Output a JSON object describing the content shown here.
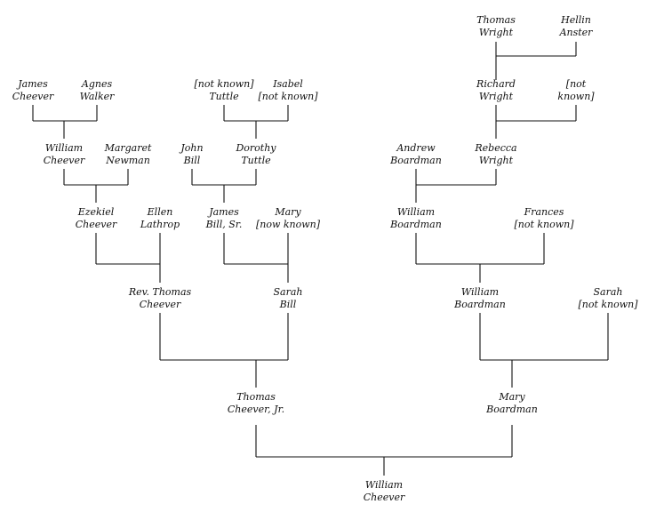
{
  "people": {
    "thomas_wright": [
      "Thomas",
      "Wright"
    ],
    "hellin_anster": [
      "Hellin",
      "Anster"
    ],
    "james_cheever": [
      "James",
      "Cheever"
    ],
    "agnes_walker": [
      "Agnes",
      "Walker"
    ],
    "nk_tuttle": [
      "[not known]",
      "Tuttle"
    ],
    "isabel_nk": [
      "Isabel",
      "[not known]"
    ],
    "richard_wright": [
      "Richard",
      "Wright"
    ],
    "nk_wright": [
      "[not",
      "known]"
    ],
    "william_cheever_1": [
      "William",
      "Cheever"
    ],
    "margaret_newman": [
      "Margaret",
      "Newman"
    ],
    "john_bill": [
      "John",
      "Bill"
    ],
    "dorothy_tuttle": [
      "Dorothy",
      "Tuttle"
    ],
    "andrew_boardman": [
      "Andrew",
      "Boardman"
    ],
    "rebecca_wright": [
      "Rebecca",
      "Wright"
    ],
    "ezekiel_cheever": [
      "Ezekiel",
      "Cheever"
    ],
    "ellen_lathrop": [
      "Ellen",
      "Lathrop"
    ],
    "james_bill": [
      "James",
      "Bill, Sr."
    ],
    "mary_nk": [
      "Mary",
      "[now known]"
    ],
    "william_boardman_1": [
      "William",
      "Boardman"
    ],
    "frances_nk": [
      "Frances",
      "[not known]"
    ],
    "rev_thomas_cheever": [
      "Rev. Thomas",
      "Cheever"
    ],
    "sarah_bill": [
      "Sarah",
      "Bill"
    ],
    "william_boardman_2": [
      "William",
      "Boardman"
    ],
    "sarah_nk": [
      "Sarah",
      "[not known]"
    ],
    "thomas_cheever_jr": [
      "Thomas",
      "Cheever, Jr."
    ],
    "mary_boardman": [
      "Mary",
      "Boardman"
    ],
    "william_cheever_2": [
      "William",
      "Cheever"
    ]
  }
}
